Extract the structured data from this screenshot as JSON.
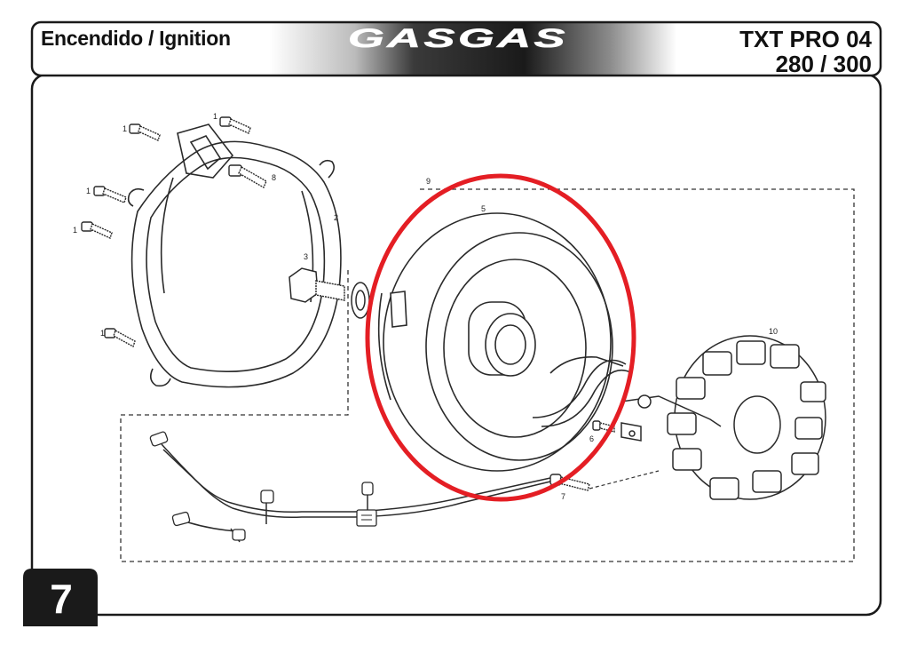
{
  "header": {
    "title": "Encendido / Ignition",
    "brand": "GASGAS",
    "model_line1": "TXT PRO 04",
    "model_line2": "280 / 300"
  },
  "page_number": "7",
  "part_labels": {
    "bolt_a": "1",
    "bolt_b": "1",
    "bolt_c": "1",
    "bolt_d": "1",
    "bolt_e": "1",
    "cover": "2",
    "nut": "3",
    "rotor": "5",
    "screw_6": "6",
    "screw_7": "7",
    "stud": "8",
    "wiring": "9",
    "stator": "10"
  },
  "colors": {
    "highlight": "#e41e24",
    "frame": "#1a1a1a",
    "line": "#2a2a2a"
  }
}
